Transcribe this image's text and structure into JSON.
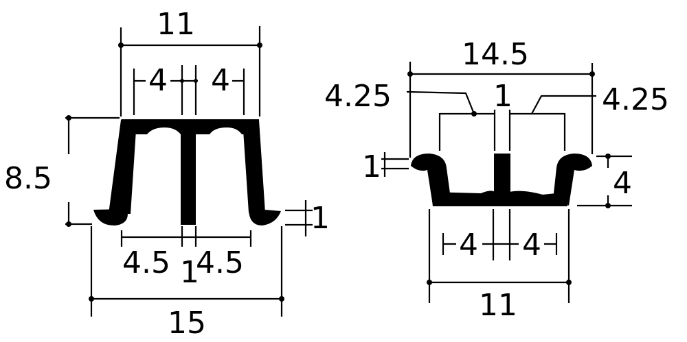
{
  "left_profile": {
    "top_width": "11",
    "inner_left": "4",
    "inner_right": "4",
    "height": "8.5",
    "bottom_left": "4.5",
    "bottom_right": "4.5",
    "stem": "1",
    "overall_width": "15",
    "foot": "1"
  },
  "right_profile": {
    "overall_width": "14.5",
    "left_offset": "4.25",
    "stem": "1",
    "right_offset": "4.25",
    "lip": "1",
    "height": "4",
    "bottom_left": "4",
    "bottom_right": "4",
    "base_width": "11"
  },
  "colors": {
    "ink": "#000000",
    "paper": "#ffffff"
  }
}
